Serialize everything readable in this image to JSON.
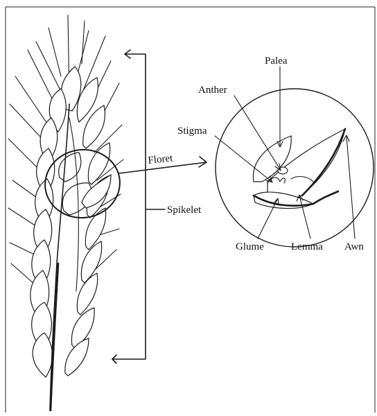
{
  "labels": {
    "floret": "Floret",
    "spikelet": "Spikelet",
    "palea": "Palea",
    "anther": "Anther",
    "stigma": "Stigma",
    "glume": "Glume",
    "lemma": "Lemma",
    "awn": "Awn"
  }
}
